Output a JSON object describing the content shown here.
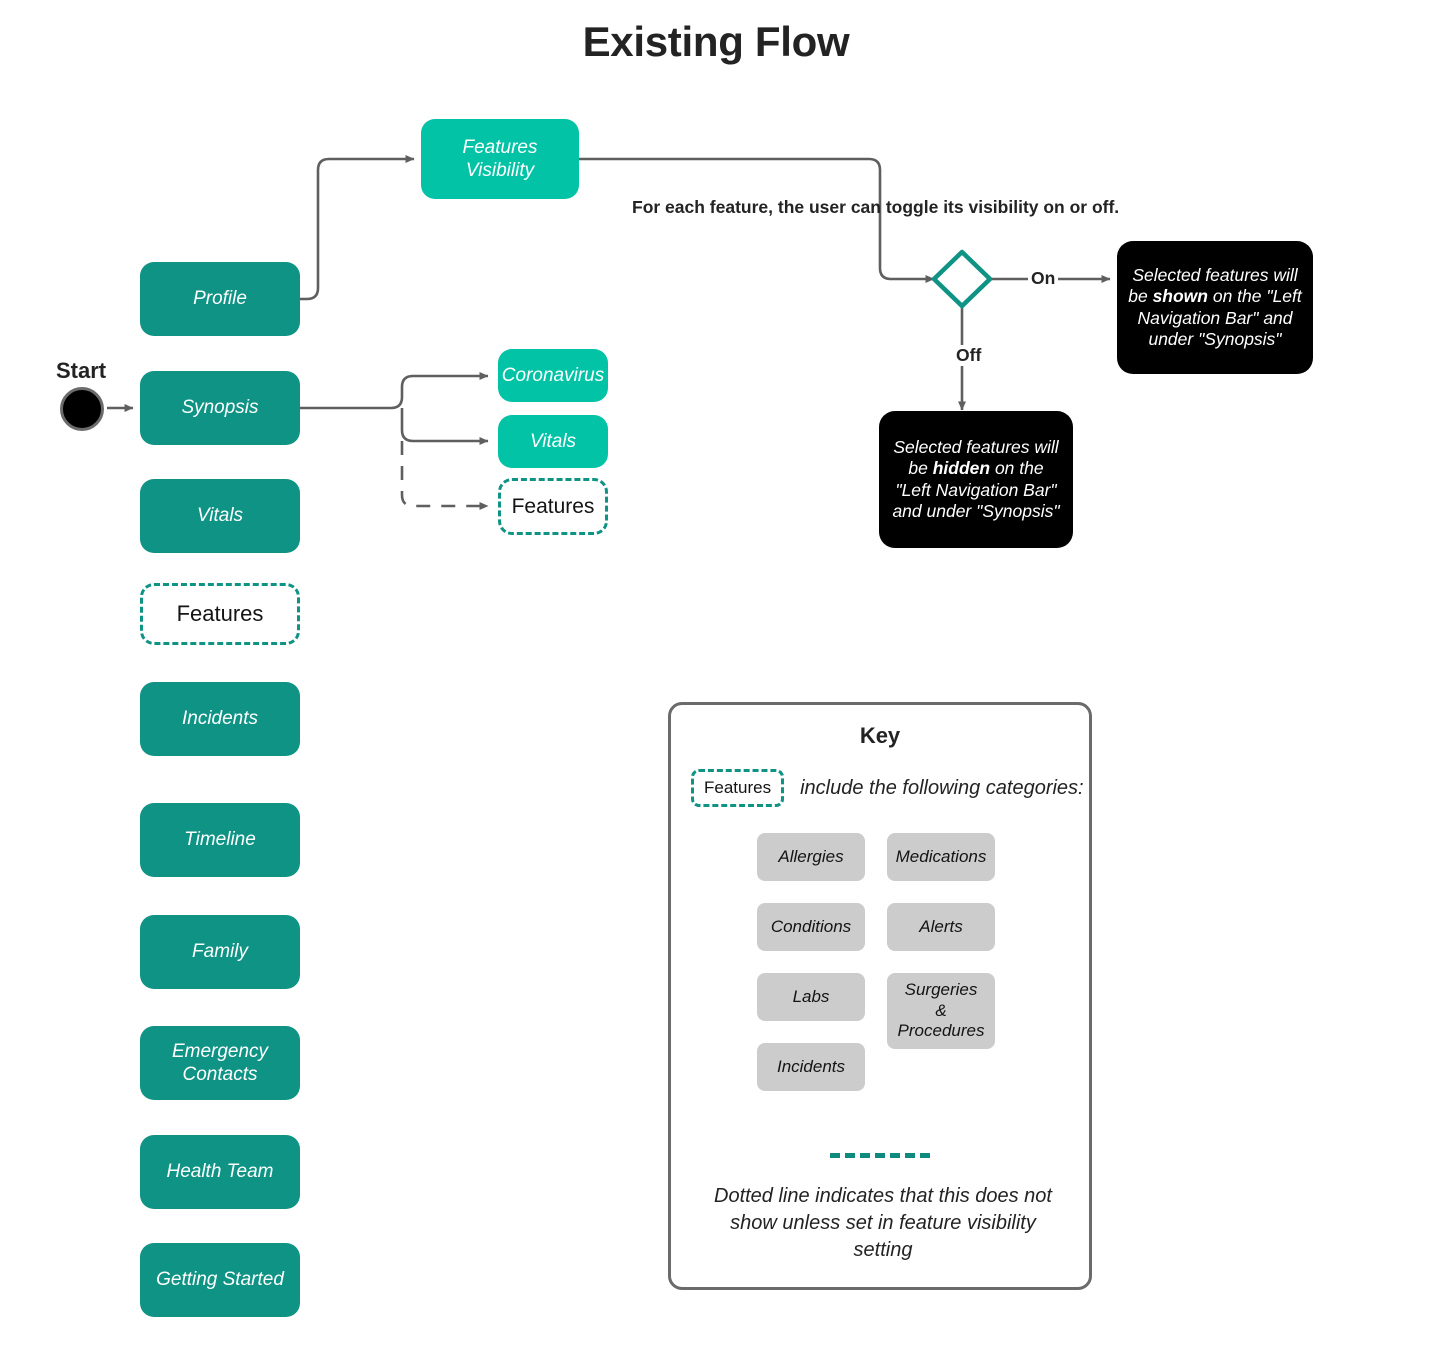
{
  "title": "Existing Flow",
  "start": {
    "label": "Start"
  },
  "left_column": {
    "items": [
      {
        "label": "Profile",
        "style": "teal-dark"
      },
      {
        "label": "Synopsis",
        "style": "teal-dark"
      },
      {
        "label": "Vitals",
        "style": "teal-dark"
      },
      {
        "label": "Features",
        "style": "dashed"
      },
      {
        "label": "Incidents",
        "style": "teal-dark"
      },
      {
        "label": "Timeline",
        "style": "teal-dark"
      },
      {
        "label": "Family",
        "style": "teal-dark"
      },
      {
        "label": "Emergency\nContacts",
        "style": "teal-dark"
      },
      {
        "label": "Health Team",
        "style": "teal-dark"
      },
      {
        "label": "Getting Started",
        "style": "teal-dark"
      }
    ]
  },
  "profile_branch": {
    "features_visibility": "Features\nVisibility"
  },
  "synopsis_branch": {
    "coronavirus": "Coronavirus",
    "vitals": "Vitals",
    "features": "Features"
  },
  "decision": {
    "annotation": "For each feature, the user can toggle its visibility on or off.",
    "on_label": "On",
    "off_label": "Off",
    "on_outcome": {
      "prefix": "Selected features will be ",
      "emphasis": "shown",
      "suffix": " on the \"Left Navigation Bar\" and under \"Synopsis\""
    },
    "off_outcome": {
      "prefix": "Selected features will be ",
      "emphasis": "hidden",
      "suffix": " on the \"Left Navigation Bar\" and under \"Synopsis\""
    }
  },
  "key": {
    "title": "Key",
    "chip_label": "Features",
    "caption": "include the following categories:",
    "categories_left": [
      "Allergies",
      "Conditions",
      "Labs",
      "Incidents"
    ],
    "categories_right": [
      "Medications",
      "Alerts",
      "Surgeries\n&\nProcedures"
    ],
    "note": "Dotted line indicates that this does not show unless set in feature visibility setting"
  },
  "colors": {
    "teal_dark": "#0E9384",
    "teal_light": "#03C3A7",
    "edge": "#5f5f5f",
    "panel_border": "#6b6b6b",
    "chip_gray": "#cccccc",
    "text_dark": "#232323",
    "callout_bg": "#000000"
  }
}
